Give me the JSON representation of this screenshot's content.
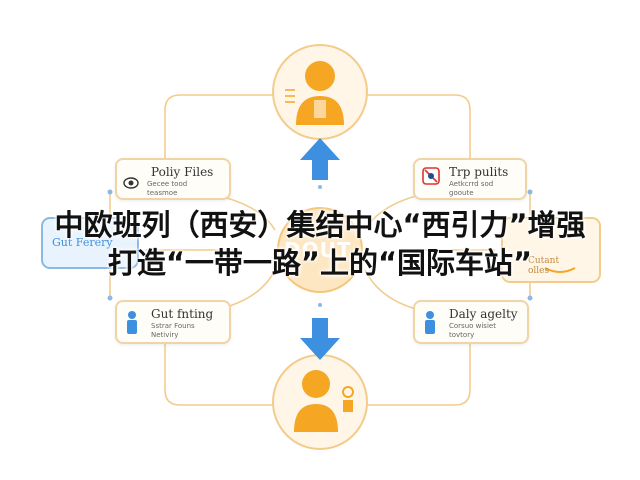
{
  "colors": {
    "background": "#ffffff",
    "accent_orange": "#f5a623",
    "accent_blue": "#3d8fe0",
    "connector": "#f3cc8c",
    "card_border": "#f1d4a6",
    "person_blue": "#3d8fe0",
    "headline_text": "#111111"
  },
  "headline": {
    "line1": "中欧班列（西安）集结中心“西引力”增强",
    "line2": "打造“一带一路”上的“国际车站”"
  },
  "cards": {
    "top_left": {
      "title": "Poliy Files",
      "subtitle": "Gecee tood\nteasmoe",
      "icon": "eye-icon"
    },
    "top_right": {
      "title": "Trp pulits",
      "subtitle": "Aetkcrrd sod\ngooute",
      "icon": "no-vehicle-icon"
    },
    "bottom_left": {
      "title": "Gut fnting",
      "subtitle": "Sstrar Founs\nNetiviry",
      "icon": "person-icon"
    },
    "bottom_right": {
      "title": "Daly agelty",
      "subtitle": "Corsuo wisiet\ntovtory",
      "icon": "person-icon"
    },
    "left_side": {
      "label": "Gut Ferery"
    },
    "right_side": {
      "label": "Cutant\nolles"
    }
  },
  "center": {
    "label": "DOUT"
  }
}
